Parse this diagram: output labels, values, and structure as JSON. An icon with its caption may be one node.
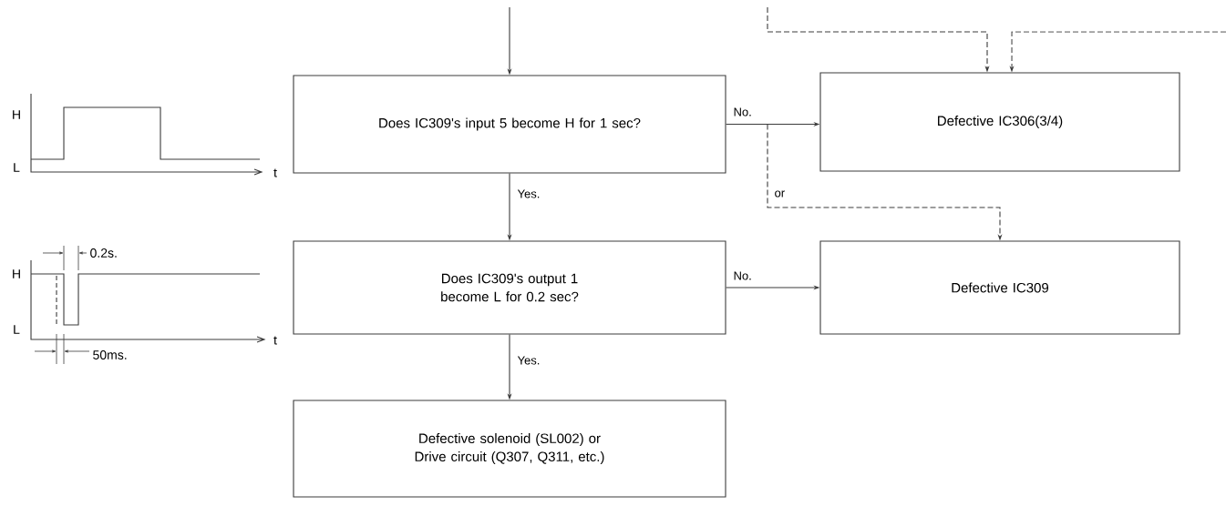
{
  "diagram": {
    "nodes": [
      {
        "text": [
          "Does IC309's input 5 become H for 1 sec?"
        ]
      },
      {
        "text": [
          "Defective IC306(3/4)"
        ]
      },
      {
        "text": [
          "Does IC309's output 1 become L for 0.2 sec?"
        ]
      },
      {
        "text": [
          "Defective IC309"
        ]
      },
      {
        "text": [
          "Defective solenoid (SL002) or Drive circuit (Q307, Q311, etc.)"
        ]
      }
    ],
    "edges": [
      {
        "from": null,
        "to": 0,
        "arrow": "to"
      },
      {
        "from": 0,
        "to": 1,
        "arrow": "to",
        "label": "No."
      },
      {
        "from": 0,
        "to": 2,
        "arrow": "to",
        "label": "Yes."
      },
      {
        "from": 0,
        "to": 3,
        "arrow": "to",
        "label": "or",
        "style": "dashed"
      },
      {
        "from": null,
        "to": 1,
        "arrow": "to",
        "style": "dashed"
      },
      {
        "from": null,
        "to": 1,
        "arrow": "to",
        "style": "dashed"
      },
      {
        "from": 2,
        "to": 3,
        "arrow": "to",
        "label": "No."
      },
      {
        "from": 2,
        "to": 4,
        "arrow": "to",
        "label": "Yes."
      }
    ],
    "labels": [
      "H",
      "L",
      "t",
      "0.2s.",
      "H",
      "L",
      "t",
      "50ms."
    ]
  }
}
